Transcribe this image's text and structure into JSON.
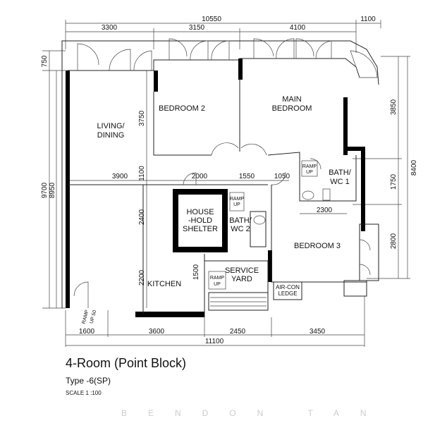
{
  "title": "4-Room (Point Block)",
  "type": "Type -6(SP)",
  "scale": "SCALE 1 :100",
  "watermark": "BENDON TAN",
  "dimensions": {
    "top_total": "10550",
    "top_extra": "1100",
    "top": [
      "3300",
      "3150",
      "4100"
    ],
    "left_total_outer": "9700",
    "left_total_inner": "8950",
    "left_top": "750",
    "left_inner": [
      "3750",
      "1100",
      "2400",
      "2200"
    ],
    "right": [
      "3850",
      "1750",
      "2800"
    ],
    "right_total": "8400",
    "mid_row": [
      "3900",
      "2000",
      "1550",
      "1050"
    ],
    "bath1_width": "2300",
    "yard_height": "1500",
    "bottom": [
      "1600",
      "3600",
      "2450",
      "3450"
    ],
    "bottom_total": "11100"
  },
  "rooms": {
    "living": [
      "LIVING/",
      "DINING"
    ],
    "bedroom2": "BEDROOM 2",
    "main_bedroom": [
      "MAIN",
      "BEDROOM"
    ],
    "bath1": [
      "BATH/",
      "WC 1"
    ],
    "shelter": [
      "HOUSE",
      "-HOLD",
      "SHELTER"
    ],
    "bath2": [
      "BATH/",
      "WC 2"
    ],
    "bedroom3": "BEDROOM 3",
    "kitchen": "KITCHEN",
    "service_yard": [
      "SERVICE",
      "YARD"
    ],
    "aircon": [
      "AIR-CON",
      "LEDGE"
    ]
  },
  "ramps": {
    "ramp": "RAMP",
    "up": "UP",
    "up50": "UP 50"
  }
}
